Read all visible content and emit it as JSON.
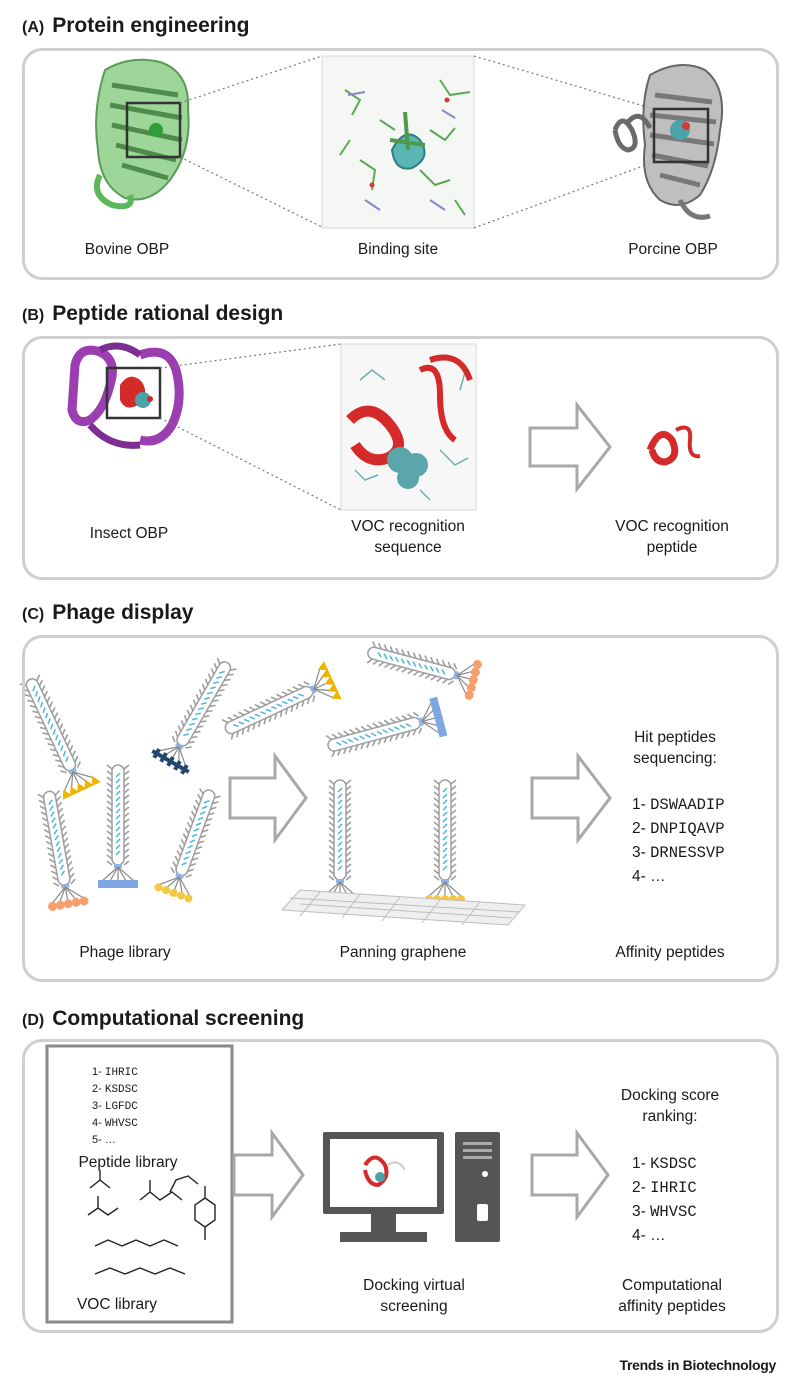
{
  "sections": {
    "a": {
      "tag": "(A)",
      "title": "Protein engineering",
      "labels": [
        "Bovine OBP",
        "Binding site",
        "Porcine OBP"
      ]
    },
    "b": {
      "tag": "(B)",
      "title": "Peptide rational design",
      "labels": [
        "Insect OBP",
        "VOC recognition\nsequence",
        "VOC recognition\npeptide"
      ]
    },
    "c": {
      "tag": "(C)",
      "title": "Phage display",
      "labels": [
        "Phage library",
        "Panning graphene",
        "Affinity peptides"
      ],
      "hit_title": "Hit peptides\nsequencing:",
      "hits": [
        {
          "num": "1-",
          "seq": "DSWAADIP"
        },
        {
          "num": "2-",
          "seq": "DNPIQAVP"
        },
        {
          "num": "3-",
          "seq": "DRNESSVP"
        },
        {
          "num": "4-",
          "seq": "…"
        }
      ]
    },
    "d": {
      "tag": "(D)",
      "title": "Computational screening",
      "library_list": [
        {
          "num": "1-",
          "seq": "IHRIC"
        },
        {
          "num": "2-",
          "seq": "KSDSC"
        },
        {
          "num": "3-",
          "seq": "LGFDC"
        },
        {
          "num": "4-",
          "seq": "WHVSC"
        },
        {
          "num": "5-",
          "seq": "…"
        }
      ],
      "peptide_library_label": "Peptide library",
      "voc_library_label": "VOC library",
      "docking_label": "Docking virtual\nscreening",
      "ranking_title": "Docking score\nranking:",
      "ranking": [
        {
          "num": "1-",
          "seq": "KSDSC"
        },
        {
          "num": "2-",
          "seq": "IHRIC"
        },
        {
          "num": "3-",
          "seq": "WHVSC"
        },
        {
          "num": "4-",
          "seq": "…"
        }
      ],
      "result_label": "Computational\naffinity peptides"
    }
  },
  "footer": "Trends in Biotechnology",
  "colors": {
    "panel_border": "#cfcfcf",
    "protein_green": "#5db85a",
    "protein_gray": "#7a7a7a",
    "helix_red": "#d42a2a",
    "helix_purple": "#9b3fb0",
    "ligand_teal": "#4aa3a8",
    "phage_body": "#dcdcdc",
    "phage_dna": "#49b6e0",
    "tip_orange_triangle": "#f0b400",
    "tip_navy_cross": "#24456e",
    "tip_blue_square": "#7ea6e0",
    "tip_yellow_hex": "#f5c842",
    "tip_peach_circle": "#f5a06c",
    "arrow_gray": "#a8a8a8",
    "computer_gray": "#555555"
  }
}
